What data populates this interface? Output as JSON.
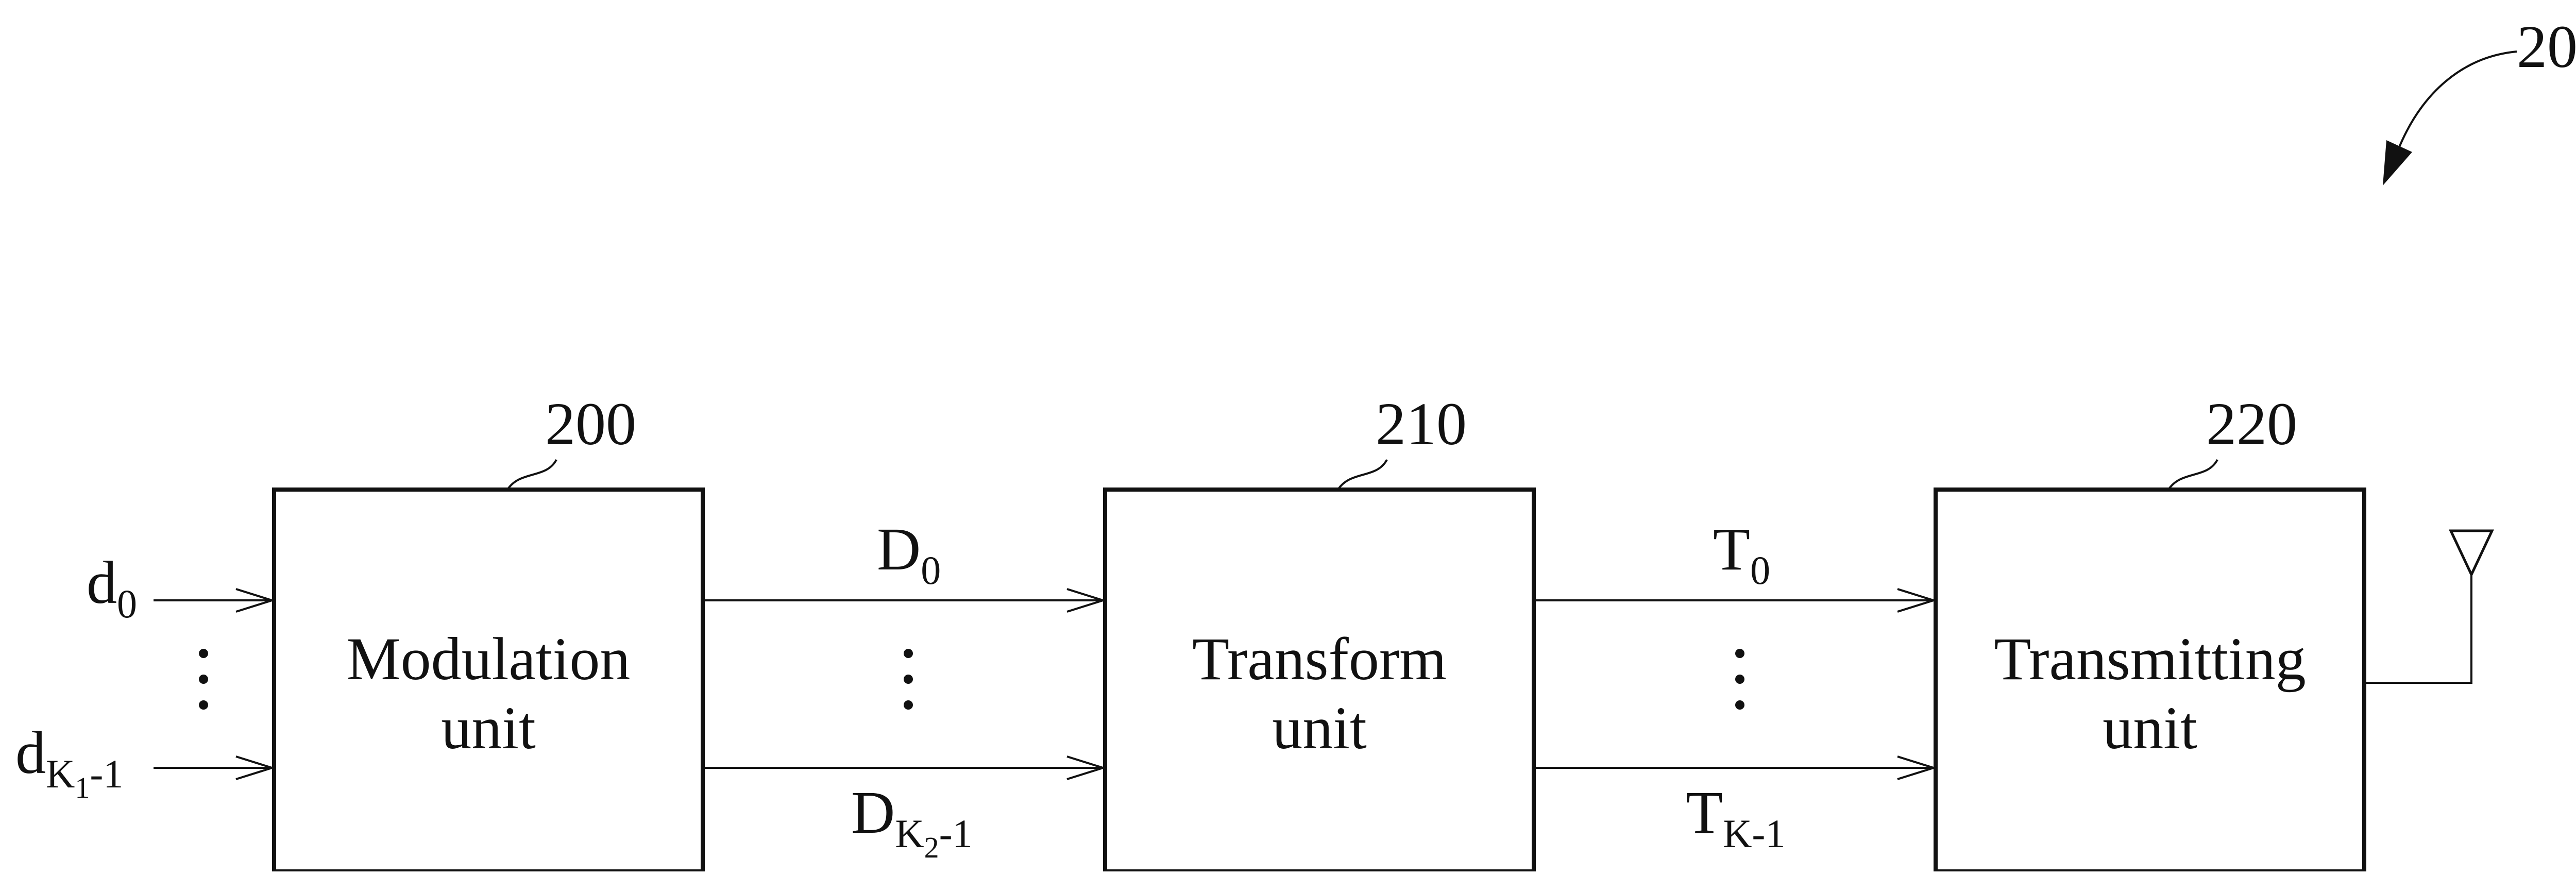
{
  "figure_ref": "20",
  "blocks": [
    {
      "ref": "200",
      "line1": "Modulation",
      "line2": "unit"
    },
    {
      "ref": "210",
      "line1": "Transform",
      "line2": "unit"
    },
    {
      "ref": "220",
      "line1": "Transmitting",
      "line2": "unit"
    }
  ],
  "inputs": {
    "first": {
      "base": "d",
      "sub": "0"
    },
    "last": {
      "base": "d",
      "sub": "K",
      "subsub": "1",
      "tail": "-1"
    }
  },
  "modulation_outputs": {
    "first": {
      "base": "D",
      "sub": "0"
    },
    "last": {
      "base": "D",
      "sub": "K",
      "subsub": "2",
      "tail": "-1"
    }
  },
  "transform_outputs": {
    "first": {
      "base": "T",
      "sub": "0"
    },
    "last": {
      "base": "T",
      "sub": "K-1"
    }
  },
  "ellipsis_glyph": "⋮",
  "antenna_icon": "antenna-icon"
}
